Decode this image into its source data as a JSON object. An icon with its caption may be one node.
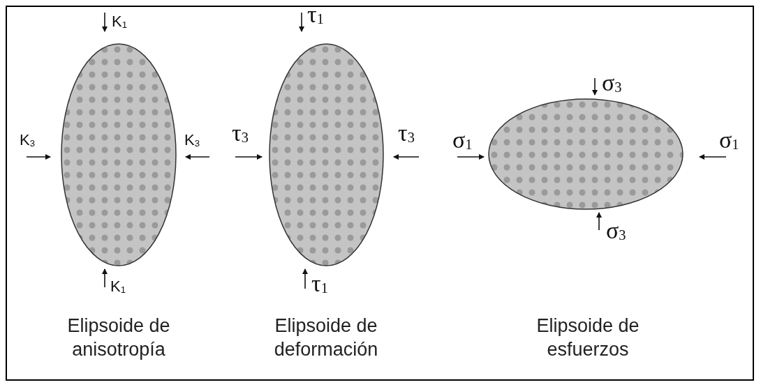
{
  "diagram": {
    "nodes": [
      {
        "text": [],
        "shape": "ellipse"
      },
      {
        "text": [],
        "shape": "ellipse"
      },
      {
        "text": [],
        "shape": "ellipse"
      }
    ],
    "labels": [
      "K$_{1}$",
      "K$_{3}$",
      "K$_{3}$",
      "K$_{1}$",
      "τ$_{1}$",
      "τ$_{3}$",
      "τ$_{3}$",
      "τ$_{1}$",
      "σ$_{3}$",
      "σ$_{1}$",
      "σ$_{1}$",
      "σ$_{3}$",
      "Elipsoide de anisotropía",
      "Elipsoide de deformación",
      "Elipsoide de esfuerzos"
    ]
  }
}
